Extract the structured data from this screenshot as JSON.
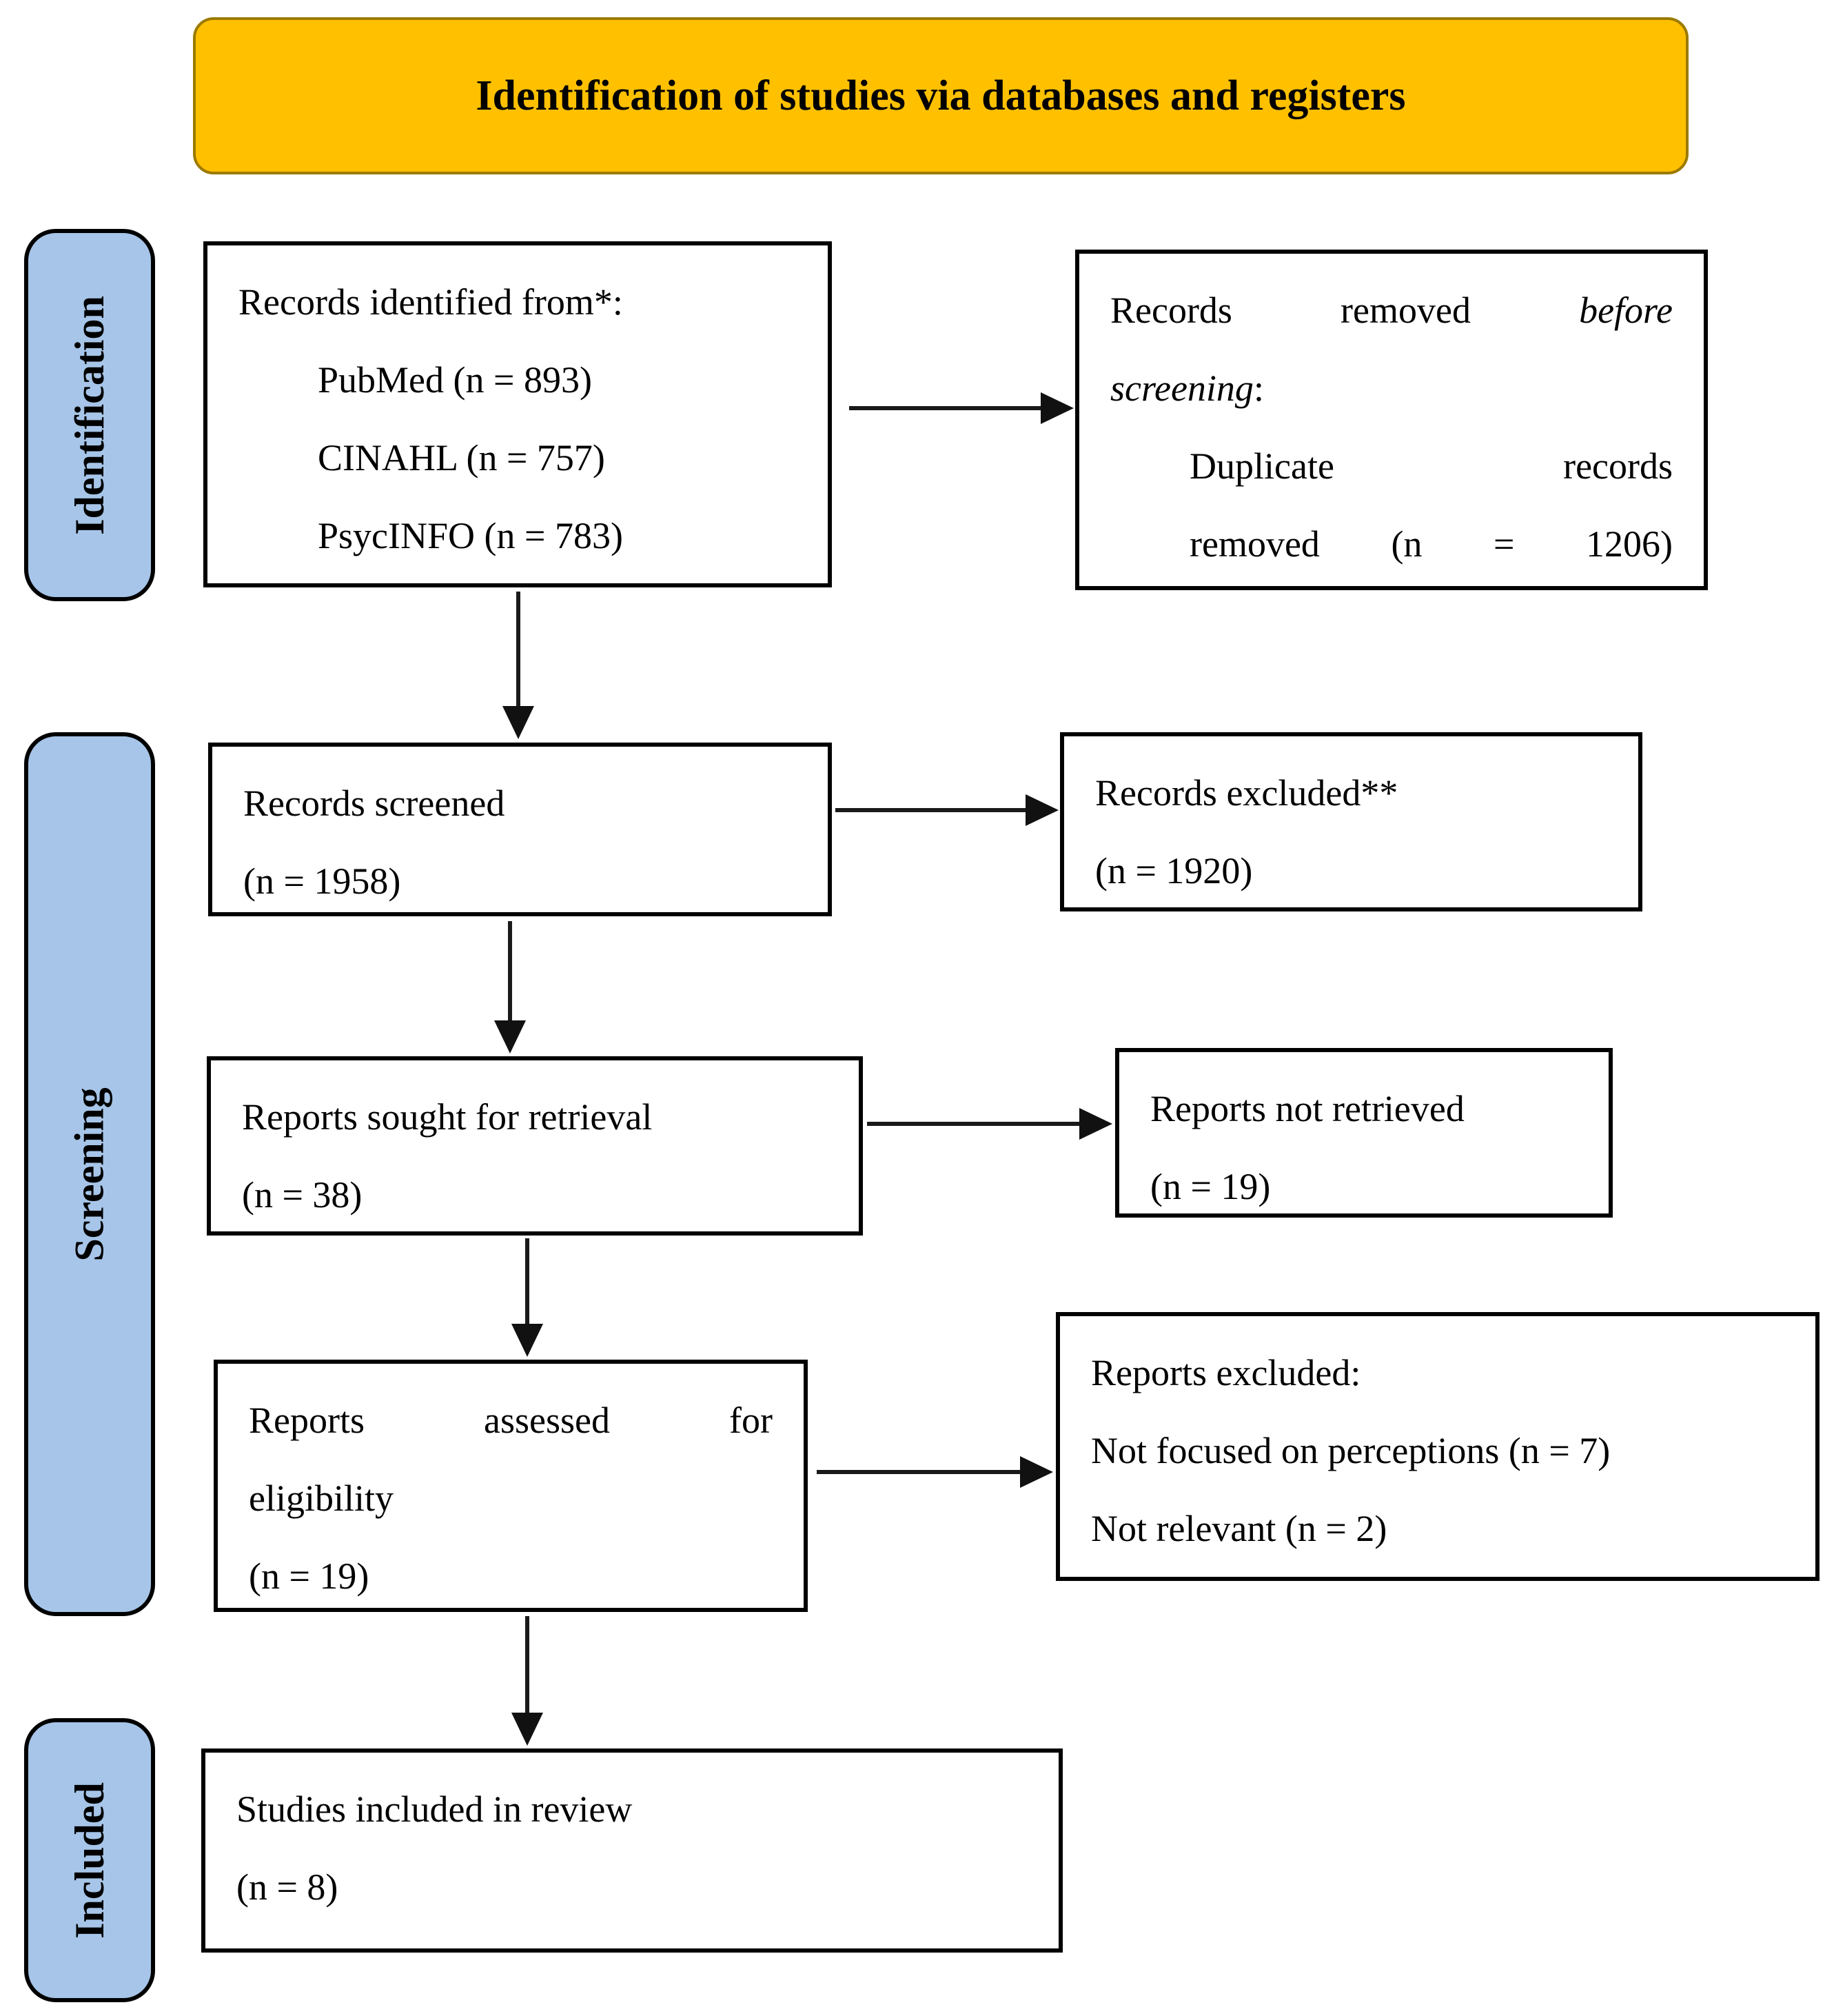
{
  "banner": {
    "text": "Identification of studies via databases and registers"
  },
  "stages": {
    "identification": "Identification",
    "screening": "Screening",
    "included": "Included"
  },
  "boxes": {
    "records_identified": {
      "header": "Records identified from*:",
      "pubmed": "PubMed (n = 893)",
      "cinahl": "CINAHL (n = 757)",
      "psycinfo": "PsycINFO (n = 783)"
    },
    "records_removed": {
      "l1a": "Records removed",
      "l1b": "before",
      "l2a": "screening",
      "l2b": ":",
      "l3": "Duplicate records",
      "l4": "removed (n = 1206)"
    },
    "records_screened": {
      "l1": "Records screened",
      "l2": "(n = 1958)"
    },
    "records_excluded": {
      "l1": "Records excluded**",
      "l2": "(n = 1920)"
    },
    "reports_sought": {
      "l1": "Reports sought for retrieval",
      "l2": "(n = 38)"
    },
    "reports_not_retrieved": {
      "l1": "Reports not retrieved",
      "l2": "(n = 19)"
    },
    "reports_assessed": {
      "l1": "Reports assessed for",
      "l2": "eligibility",
      "l3": "(n = 19)"
    },
    "reports_excluded": {
      "l1": "Reports excluded:",
      "l2": "Not focused on perceptions (n = 7)",
      "l3": "Not relevant (n = 2)"
    },
    "studies_included": {
      "l1": "Studies included in review",
      "l2": "(n = 8)"
    }
  },
  "colors": {
    "banner_fill": "#FFC000",
    "banner_border": "#9C7A00",
    "stage_fill": "#A6C5E8",
    "ink": "#000000"
  }
}
